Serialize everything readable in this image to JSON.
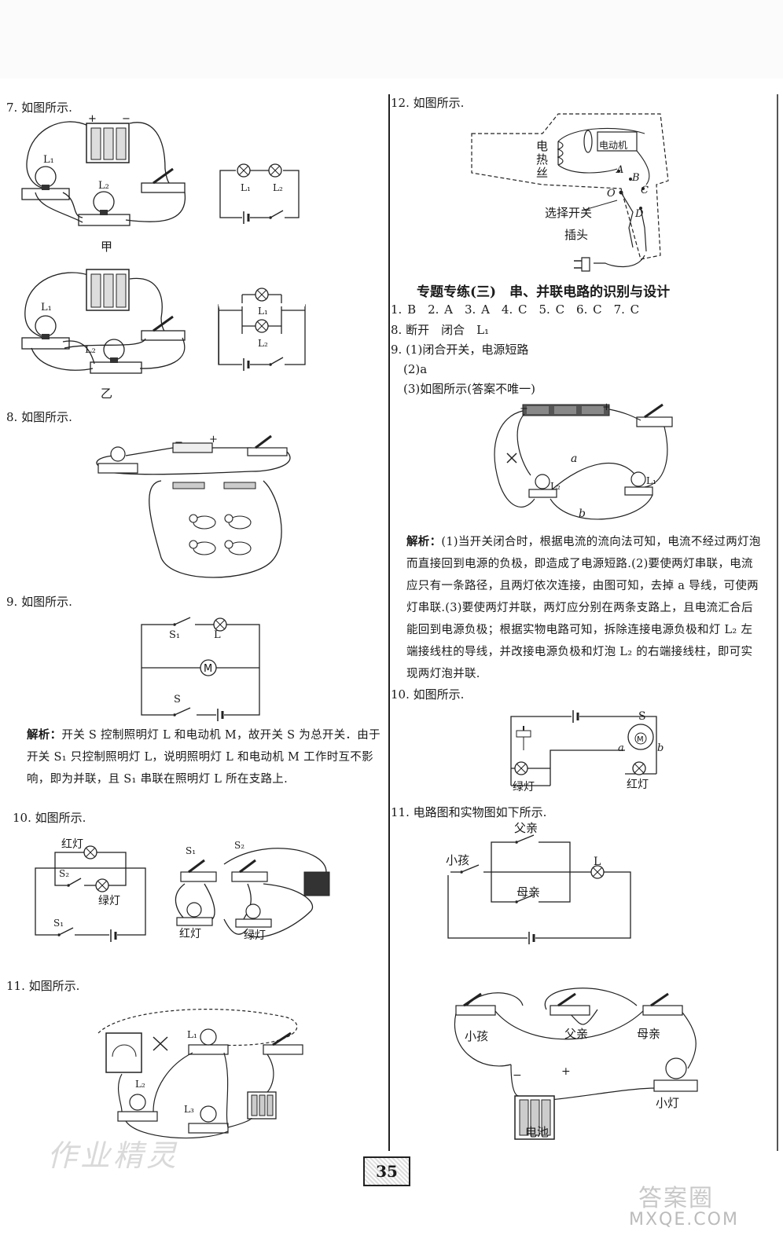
{
  "left": {
    "q7": {
      "label": "7. 如图所示.",
      "jia": "甲",
      "yi": "乙",
      "L1": "L₁",
      "L2": "L₂"
    },
    "q8": {
      "label": "8. 如图所示.",
      "minus": "−",
      "plus": "+"
    },
    "q9": {
      "label": "9. 如图所示.",
      "S1": "S₁",
      "L": "L",
      "M": "M",
      "S": "S",
      "analysis_title": "解析：",
      "analysis": "开关 S 控制照明灯 L 和电动机 M，故开关 S 为总开关．由于开关 S₁ 只控制照明灯 L，说明照明灯 L 和电动机 M 工作时互不影响，即为并联，且 S₁ 串联在照明灯 L 所在支路上."
    },
    "q10": {
      "label": "10. 如图所示.",
      "red": "红灯",
      "green": "绿灯",
      "S1": "S₁",
      "S2": "S₂"
    },
    "q11": {
      "label": "11. 如图所示.",
      "L1": "L₁",
      "L2": "L₂",
      "L3": "L₃"
    }
  },
  "right": {
    "q12": {
      "label": "12. 如图所示.",
      "wire": "电热丝",
      "motor": "电动机",
      "switch": "选择开关",
      "plug": "插头",
      "A": "A",
      "B": "B",
      "C": "C",
      "D": "D",
      "O": "O"
    },
    "section_title": "专题专练(三)　串、并联电路的识别与设计",
    "ans1": "1. B　2. A　3. A　4. C　5. C　6. C　7. C",
    "ans8": "8. 断开　闭合　L₁",
    "ans9a": "9. (1)闭合开关，电源短路",
    "ans9b": "(2)a",
    "ans9c": "(3)如图所示(答案不唯一)",
    "a9": {
      "a": "a",
      "b": "b",
      "L1": "L₁",
      "L2": "L₂",
      "minus": "−",
      "plus": "+"
    },
    "analysis_title": "解析：",
    "analysis": "(1)当开关闭合时，根据电流的流向法可知，电流不经过两灯泡而直接回到电源的负极，即造成了电源短路.(2)要使两灯串联，电流应只有一条路径，且两灯依次连接，由图可知，去掉 a 导线，可使两灯串联.(3)要使两灯并联，两灯应分别在两条支路上，且电流汇合后能回到电源负极；根据实物电路可知，拆除连接电源负极和灯 L₂ 左端接线柱的导线，并改接电源负极和灯泡 L₂ 的右端接线柱，即可实现两灯泡并联.",
    "q10": {
      "label": "10. 如图所示.",
      "S": "S",
      "green": "绿灯",
      "red": "红灯",
      "a": "a",
      "b": "b",
      "M": "M"
    },
    "q11": {
      "label": "11. 电路图和实物图如下所示.",
      "father": "父亲",
      "child": "小孩",
      "mother": "母亲",
      "L": "L",
      "light": "小灯",
      "battery": "电池",
      "minus": "−",
      "plus": "+"
    }
  },
  "page_number": "35",
  "watermark": {
    "left": "作业精灵",
    "right_top": "答案圈",
    "right_bottom": "MXQE.COM"
  }
}
